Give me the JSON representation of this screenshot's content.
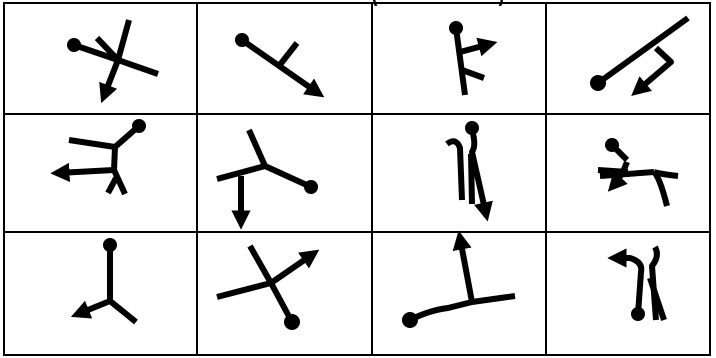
{
  "header_fragment": {
    "text": "(",
    "text_right": ")"
  },
  "grid": {
    "rows": 3,
    "columns": 4,
    "line_color": "#000000",
    "background": "#ffffff"
  },
  "signs": [
    {
      "id": "r1c1",
      "row": 1,
      "col": 1
    },
    {
      "id": "r1c2",
      "row": 1,
      "col": 2
    },
    {
      "id": "r1c3",
      "row": 1,
      "col": 3
    },
    {
      "id": "r1c4",
      "row": 1,
      "col": 4
    },
    {
      "id": "r2c1",
      "row": 2,
      "col": 1
    },
    {
      "id": "r2c2",
      "row": 2,
      "col": 2
    },
    {
      "id": "r2c3",
      "row": 2,
      "col": 3
    },
    {
      "id": "r2c4",
      "row": 2,
      "col": 4
    },
    {
      "id": "r3c1",
      "row": 3,
      "col": 1
    },
    {
      "id": "r3c2",
      "row": 3,
      "col": 2
    },
    {
      "id": "r3c3",
      "row": 3,
      "col": 3
    },
    {
      "id": "r3c4",
      "row": 3,
      "col": 4
    }
  ]
}
